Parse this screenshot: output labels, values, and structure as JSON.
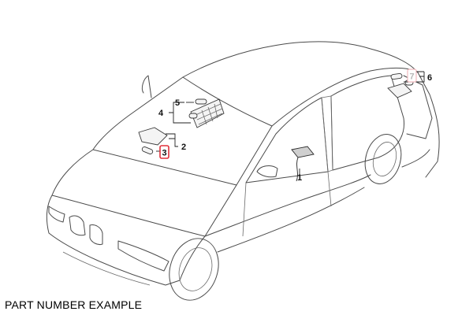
{
  "callouts": {
    "c1": "1",
    "c2": "2",
    "c3": "3",
    "c4": "4",
    "c5": "5",
    "c6": "6",
    "c7": "7"
  },
  "caption": "PART NUMBER EXAMPLE",
  "colors": {
    "highlight": "#e0303a",
    "highlight_faded": "#f0b9be",
    "line": "#4a4a4a"
  }
}
